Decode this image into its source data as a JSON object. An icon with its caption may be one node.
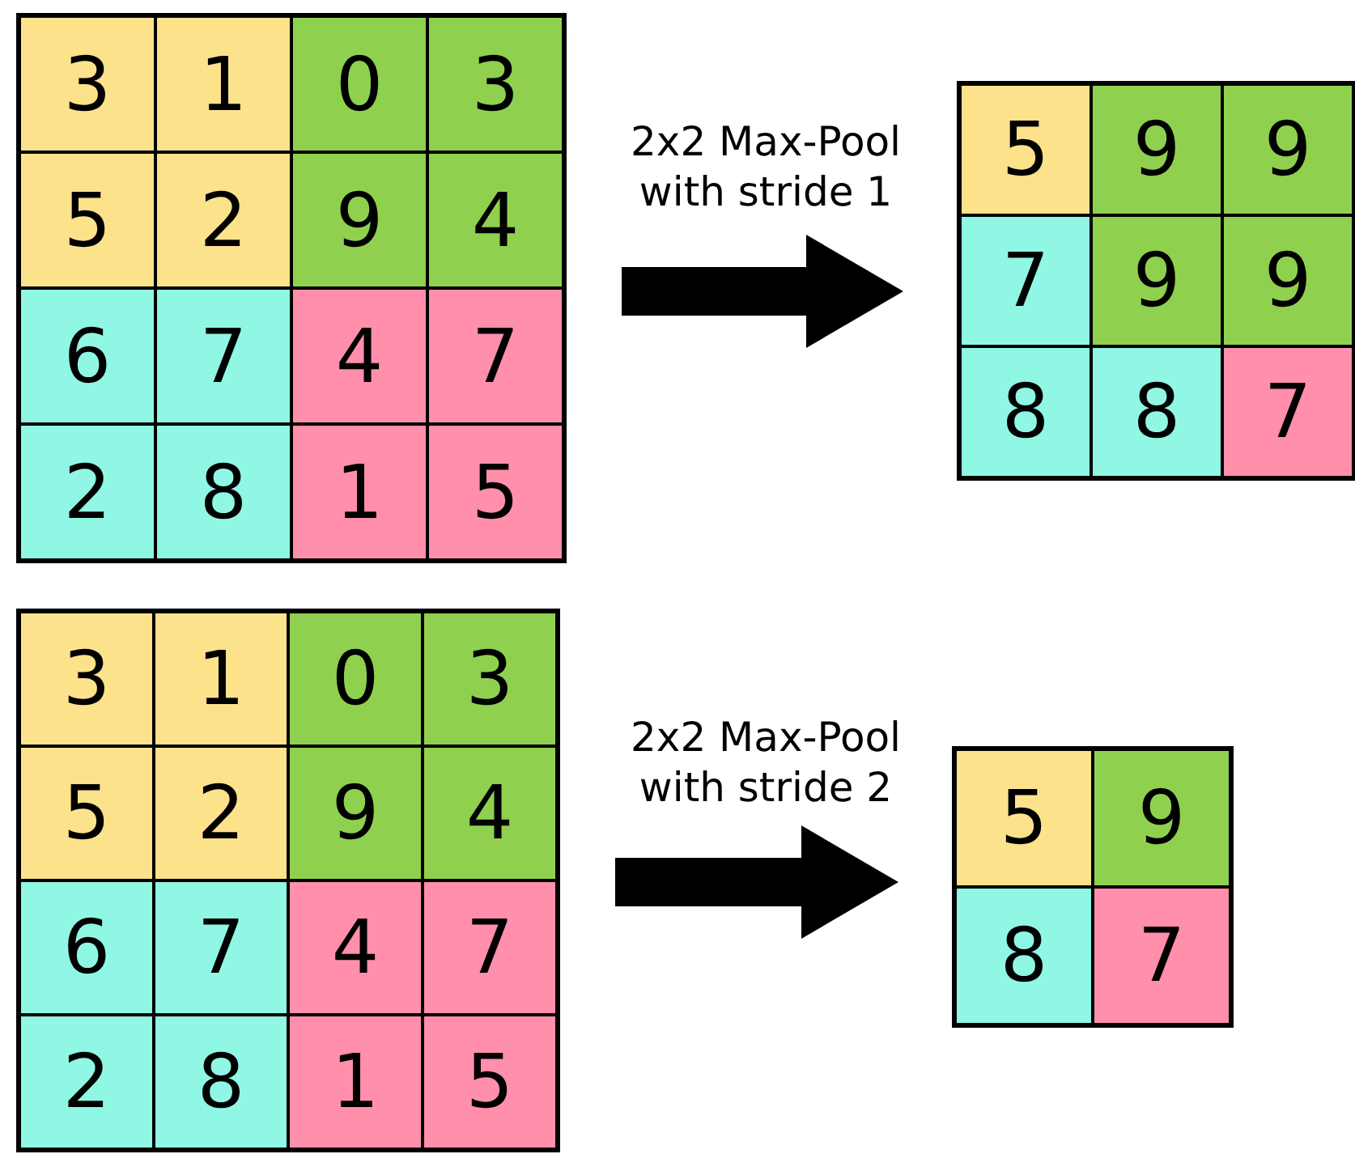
{
  "diagram": {
    "nodes": [
      {
        "text": [],
        "shape": "box"
      },
      {
        "text": [
          "3"
        ],
        "in": 0
      },
      {
        "text": [
          "1"
        ],
        "in": 0
      },
      {
        "text": [
          "0"
        ],
        "in": 0
      },
      {
        "text": [
          "3"
        ],
        "in": 0
      },
      {
        "text": [
          "5"
        ],
        "in": 0
      },
      {
        "text": [
          "2"
        ],
        "in": 0
      },
      {
        "text": [
          "9"
        ],
        "in": 0
      },
      {
        "text": [
          "4"
        ],
        "in": 0
      },
      {
        "text": [
          "6"
        ],
        "in": 0
      },
      {
        "text": [
          "7"
        ],
        "in": 0
      },
      {
        "text": [
          "4"
        ],
        "in": 0
      },
      {
        "text": [
          "7"
        ],
        "in": 0
      },
      {
        "text": [
          "2"
        ],
        "in": 0
      },
      {
        "text": [
          "8"
        ],
        "in": 0
      },
      {
        "text": [
          "1"
        ],
        "in": 0
      },
      {
        "text": [
          "5"
        ],
        "in": 0
      },
      {
        "text": [],
        "shape": "box"
      },
      {
        "text": [
          "5"
        ],
        "in": 17
      },
      {
        "text": [
          "9"
        ],
        "in": 17
      },
      {
        "text": [
          "9"
        ],
        "in": 17
      },
      {
        "text": [
          "7"
        ],
        "in": 17
      },
      {
        "text": [
          "9"
        ],
        "in": 17
      },
      {
        "text": [
          "9"
        ],
        "in": 17
      },
      {
        "text": [
          "8"
        ],
        "in": 17
      },
      {
        "text": [
          "8"
        ],
        "in": 17
      },
      {
        "text": [
          "7"
        ],
        "in": 17
      },
      {
        "text": [],
        "shape": "box"
      },
      {
        "text": [
          "3"
        ],
        "in": 27
      },
      {
        "text": [
          "1"
        ],
        "in": 27
      },
      {
        "text": [
          "0"
        ],
        "in": 27
      },
      {
        "text": [
          "3"
        ],
        "in": 27
      },
      {
        "text": [
          "5"
        ],
        "in": 27
      },
      {
        "text": [
          "2"
        ],
        "in": 27
      },
      {
        "text": [
          "9"
        ],
        "in": 27
      },
      {
        "text": [
          "4"
        ],
        "in": 27
      },
      {
        "text": [
          "6"
        ],
        "in": 27
      },
      {
        "text": [
          "7"
        ],
        "in": 27
      },
      {
        "text": [
          "4"
        ],
        "in": 27
      },
      {
        "text": [
          "7"
        ],
        "in": 27
      },
      {
        "text": [
          "2"
        ],
        "in": 27
      },
      {
        "text": [
          "8"
        ],
        "in": 27
      },
      {
        "text": [
          "1"
        ],
        "in": 27
      },
      {
        "text": [
          "5"
        ],
        "in": 27
      },
      {
        "text": [],
        "shape": "box"
      },
      {
        "text": [
          "5"
        ],
        "in": 44
      },
      {
        "text": [
          "9"
        ],
        "in": 44
      },
      {
        "text": [
          "8"
        ],
        "in": 44
      },
      {
        "text": [
          "7"
        ],
        "in": 44
      }
    ],
    "edges": [
      {
        "from": 0,
        "to": 17,
        "arrow": "to",
        "label": "2x2 Max-Pool with stride 1"
      },
      {
        "from": 27,
        "to": 44,
        "arrow": "to",
        "label": "2x2 Max-Pool with stride 2"
      }
    ]
  }
}
